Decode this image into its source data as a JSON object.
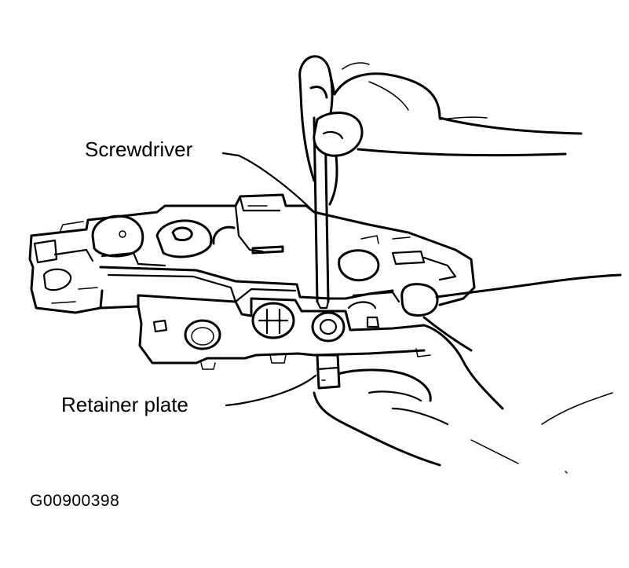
{
  "labels": {
    "screwdriver": "Screwdriver",
    "retainer_plate": "Retainer plate"
  },
  "figure_id": "G00900398",
  "colors": {
    "ink": "#000000",
    "paper": "#ffffff"
  }
}
